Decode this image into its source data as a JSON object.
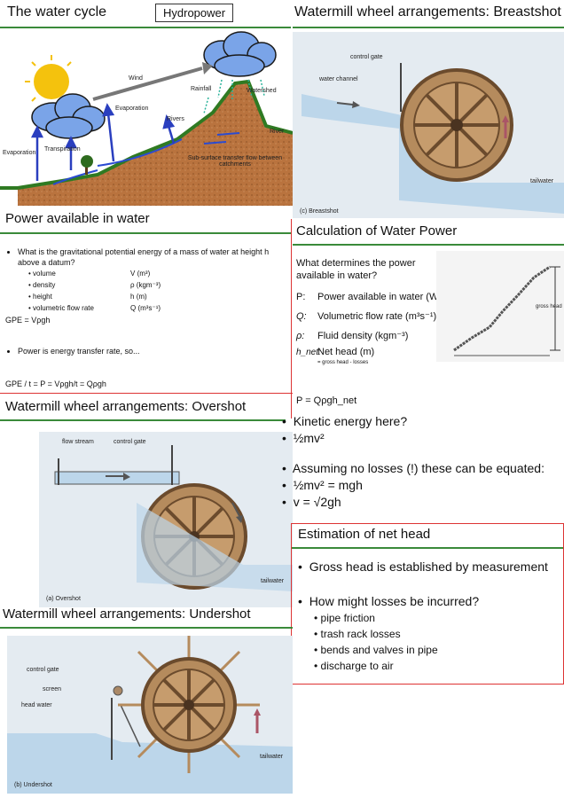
{
  "water_cycle": {
    "title": "The water cycle",
    "badge": "Hydropower",
    "labels": {
      "wind": "Wind",
      "rainfall": "Rainfall",
      "watershed": "Watershed",
      "evaporation": "Evaporation",
      "rivers": "Rivers",
      "river": "River",
      "evaporation_left": "Evaporation",
      "transpiration": "Transpiration",
      "subsurface": "Sub-surface transfer flow between catchments"
    }
  },
  "breastshot": {
    "title": "Watermill wheel arrangements: Breastshot",
    "control_gate": "control gate",
    "water_channel": "water channel",
    "tailwater": "tailwater",
    "caption": "(c)  Breastshot"
  },
  "power_available": {
    "title": "Power available in water",
    "question": "What is the gravitational potential energy of a mass of water at height h above a datum?",
    "vars": [
      {
        "name": "volume",
        "symbol": "V (m³)"
      },
      {
        "name": "density",
        "symbol": "ρ (kgm⁻³)"
      },
      {
        "name": "height",
        "symbol": "h (m)"
      },
      {
        "name": "volumetric flow rate",
        "symbol": "Q (m³s⁻¹)"
      }
    ],
    "gpe": "GPE =   Vρgh",
    "power_note": "Power is energy transfer rate, so...",
    "formula": "GPE / t = P    = Vρgh/t    = Qρgh"
  },
  "calculation": {
    "title": "Calculation of Water Power",
    "question": "What determines the power available in water?",
    "rows": [
      {
        "sym": "P:",
        "desc": "Power available in water (W)"
      },
      {
        "sym": "Q:",
        "desc": "Volumetric flow rate (m³s⁻¹)"
      },
      {
        "sym": "ρ:",
        "desc": "Fluid density (kgm⁻³)"
      },
      {
        "sym": "h_net:",
        "desc": "Net head (m)"
      }
    ],
    "net_note": "= gross head - losses",
    "gross_head": "gross head",
    "formula": "P      = Qρgh_net"
  },
  "overshot": {
    "title": "Watermill wheel arrangements: Overshot",
    "flow_stream": "flow stream",
    "control_gate": "control gate",
    "tailwater": "tailwater",
    "caption": "(a)  Overshot"
  },
  "kinetic": {
    "items": [
      "Kinetic energy here?",
      "½mv²",
      "Assuming no losses (!) these can be equated:",
      "½mv² = mgh",
      "v = √2gh"
    ]
  },
  "net_head": {
    "title": "Estimation of net head",
    "items": [
      "Gross head is established by measurement",
      "How might losses be incurred?"
    ],
    "sub_items": [
      "pipe friction",
      "trash rack losses",
      "bends and valves in pipe",
      "discharge to air"
    ]
  },
  "undershot": {
    "title": "Watermill wheel arrangements: Undershot",
    "control_gate": "control gate",
    "screen": "screen",
    "head_water": "head water",
    "tailwater": "tailwater",
    "caption": "(b)  Undershot"
  }
}
